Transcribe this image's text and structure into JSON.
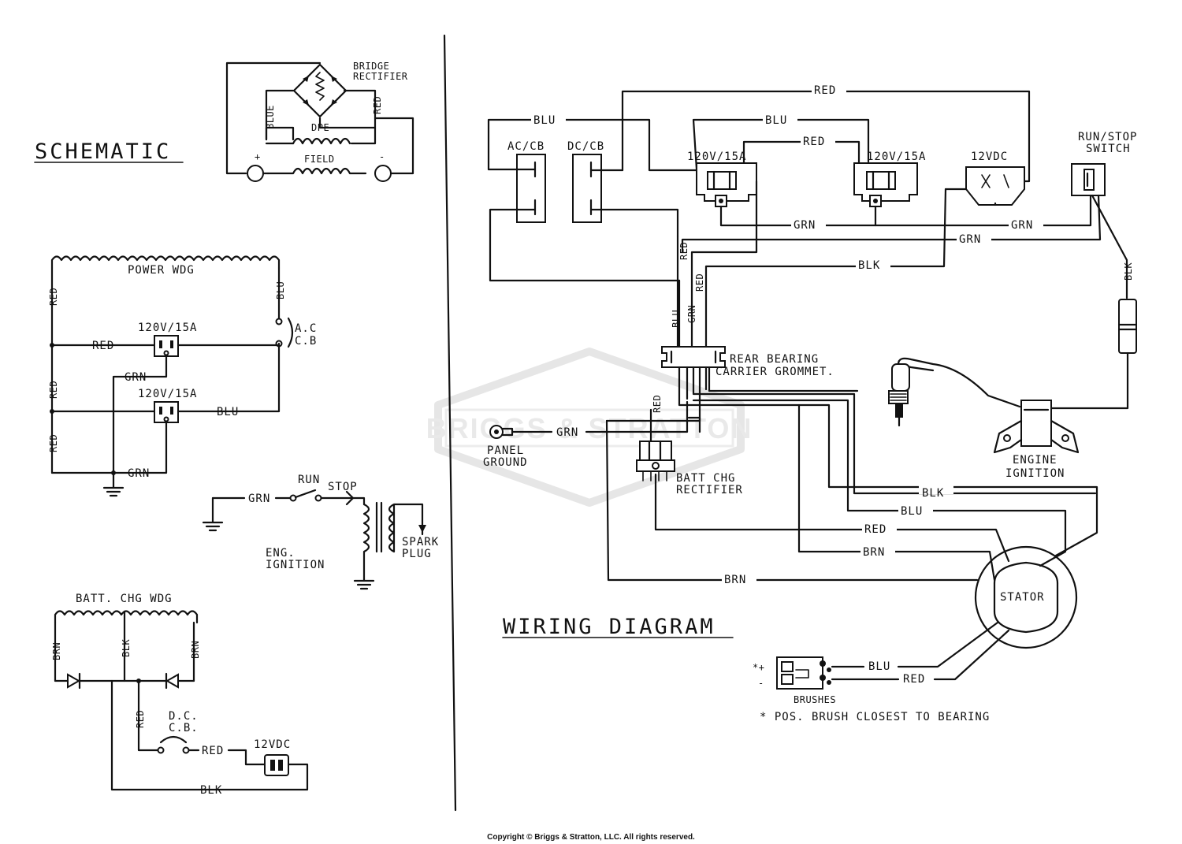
{
  "watermark": "BRIGGS & STRATTON",
  "copyright": "Copyright © Briggs & Stratton, LLC. All rights reserved.",
  "schematic": {
    "title": "SCHEMATIC",
    "bridge_rectifier_line1": "BRIDGE",
    "bridge_rectifier_line2": "RECTIFIER",
    "blue": "BLUE",
    "red_vertical": "RED",
    "dpe": "DPE",
    "field": "FIELD",
    "plus": "+",
    "minus": "-",
    "power_wdg": "POWER WDG",
    "red_1": "RED",
    "red_2": "RED",
    "red_3": "RED",
    "red_4": "RED",
    "blu_1": "BLU",
    "blu_2": "BLU",
    "grn_1": "GRN",
    "grn_2": "GRN",
    "outlet_1": "120V/15A",
    "outlet_2": "120V/15A",
    "ac_cb_line1": "A.C",
    "ac_cb_line2": "C.B",
    "run": "RUN",
    "stop": "STOP",
    "grn_ign": "GRN",
    "spark_plug_line1": "SPARK",
    "spark_plug_line2": "PLUG",
    "eng_ignition_line1": "ENG.",
    "eng_ignition_line2": "IGNITION",
    "batt_chg_wdg": "BATT. CHG WDG",
    "brn_1": "BRN",
    "brn_2": "BRN",
    "blk_1": "BLK",
    "blk_2": "BLK",
    "red_5": "RED",
    "red_6": "RED",
    "dc_cb_line1": "D.C.",
    "dc_cb_line2": "C.B.",
    "v12dc": "12VDC"
  },
  "wiring": {
    "title": "WIRING DIAGRAM",
    "red_top": "RED",
    "blu_left": "BLU",
    "blu_mid": "BLU",
    "red_mid": "RED",
    "ac_cb": "AC/CB",
    "dc_cb": "DC/CB",
    "outlet_1": "120V/15A",
    "outlet_2": "120V/15A",
    "v12dc": "12VDC",
    "run_stop_line1": "RUN/STOP",
    "run_stop_line2": "SWITCH",
    "grn_1": "GRN",
    "grn_2": "GRN",
    "grn_3": "GRN",
    "blk_1": "BLK",
    "blk_2": "BLK",
    "red_v1": "RED",
    "red_v2": "RED",
    "blu_v": "BLU",
    "grn_v": "GRN",
    "grommet_line1": "REAR BEARING",
    "grommet_line2": "CARRIER GROMMET.",
    "red_v3": "RED",
    "panel_ground_line1": "PANEL",
    "panel_ground_line2": "GROUND",
    "grn_ground": "GRN",
    "batt_chg_line1": "BATT CHG",
    "batt_chg_line2": "RECTIFIER",
    "engine_ignition_line1": "ENGINE",
    "engine_ignition_line2": "IGNITION",
    "blk_stator": "BLK",
    "blu_stator": "BLU",
    "red_stator": "RED",
    "brn_stator_1": "BRN",
    "brn_stator_2": "BRN",
    "stator": "STATOR",
    "blu_brush": "BLU",
    "red_brush": "RED",
    "brush_plus": "*+",
    "brush_minus": "-",
    "brushes": "BRUSHES",
    "footnote": "* POS. BRUSH CLOSEST TO BEARING"
  }
}
